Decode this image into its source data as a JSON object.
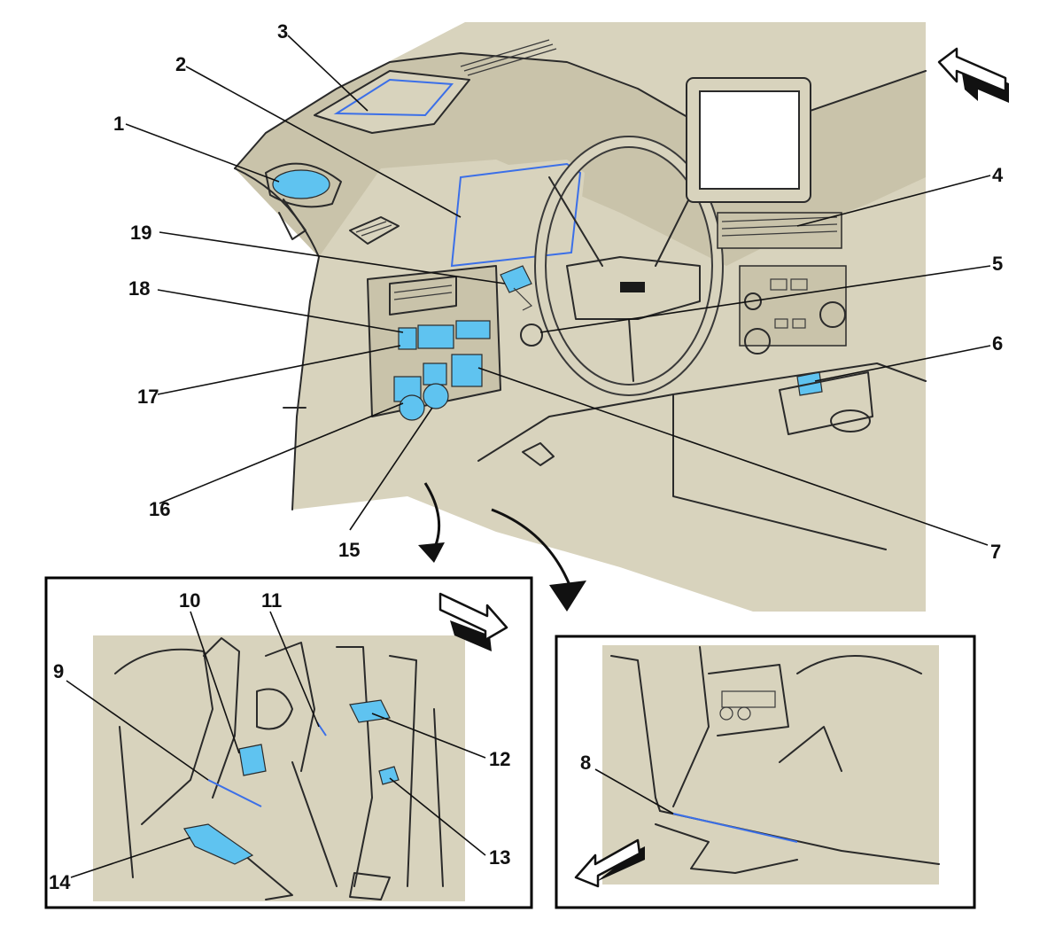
{
  "callouts": [
    {
      "id": "1",
      "label": "1"
    },
    {
      "id": "2",
      "label": "2"
    },
    {
      "id": "3",
      "label": "3"
    },
    {
      "id": "4",
      "label": "4"
    },
    {
      "id": "5",
      "label": "5"
    },
    {
      "id": "6",
      "label": "6"
    },
    {
      "id": "7",
      "label": "7"
    },
    {
      "id": "8",
      "label": "8"
    },
    {
      "id": "9",
      "label": "9"
    },
    {
      "id": "10",
      "label": "10"
    },
    {
      "id": "11",
      "label": "11"
    },
    {
      "id": "12",
      "label": "12"
    },
    {
      "id": "13",
      "label": "13"
    },
    {
      "id": "14",
      "label": "14"
    },
    {
      "id": "15",
      "label": "15"
    },
    {
      "id": "16",
      "label": "16"
    },
    {
      "id": "17",
      "label": "17"
    },
    {
      "id": "18",
      "label": "18"
    },
    {
      "id": "19",
      "label": "19"
    }
  ],
  "colors": {
    "background": "#ffffff",
    "component_fill": "#d8d3bd",
    "highlight": "#5fc3f0",
    "highlight_outline": "#3b6fe8",
    "line": "#111111"
  },
  "icons": [
    "front-direction-arrow-icon",
    "side-direction-arrow-icon",
    "rear-direction-arrow-icon",
    "detail-view-arrow-icon"
  ]
}
